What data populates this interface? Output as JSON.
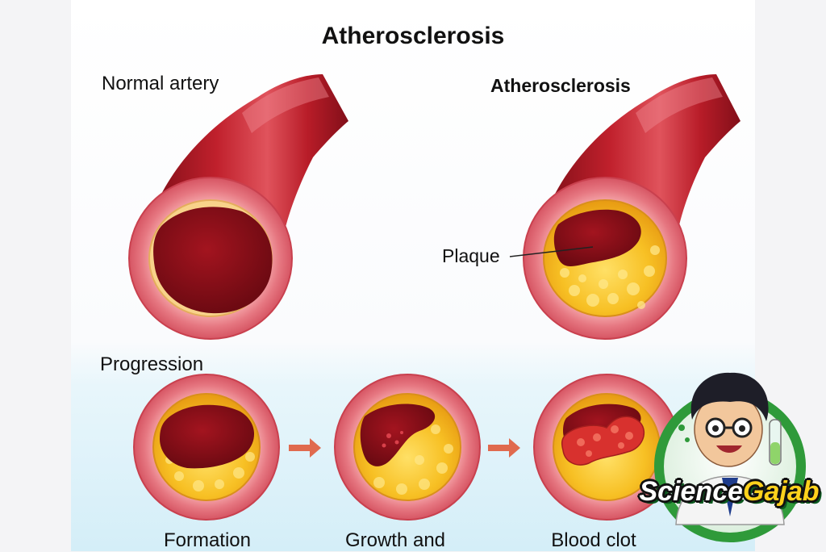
{
  "title": "Atherosclerosis",
  "panels": {
    "normal": {
      "label": "Normal artery"
    },
    "diseased": {
      "label": "Atherosclerosis",
      "callout": "Plaque"
    }
  },
  "progression": {
    "label": "Progression",
    "stages": [
      "Formation",
      "Growth and",
      "Blood clot"
    ]
  },
  "logo": {
    "text_part1": "Science",
    "text_part2": "Gajab"
  },
  "colors": {
    "artery_wall": "#e8707c",
    "artery_outer": "#c2242e",
    "lumen": "#8a0f1a",
    "plaque": "#f5b81a",
    "arrow": "#e06a4e",
    "logo_ring": "#2f9a3a"
  }
}
